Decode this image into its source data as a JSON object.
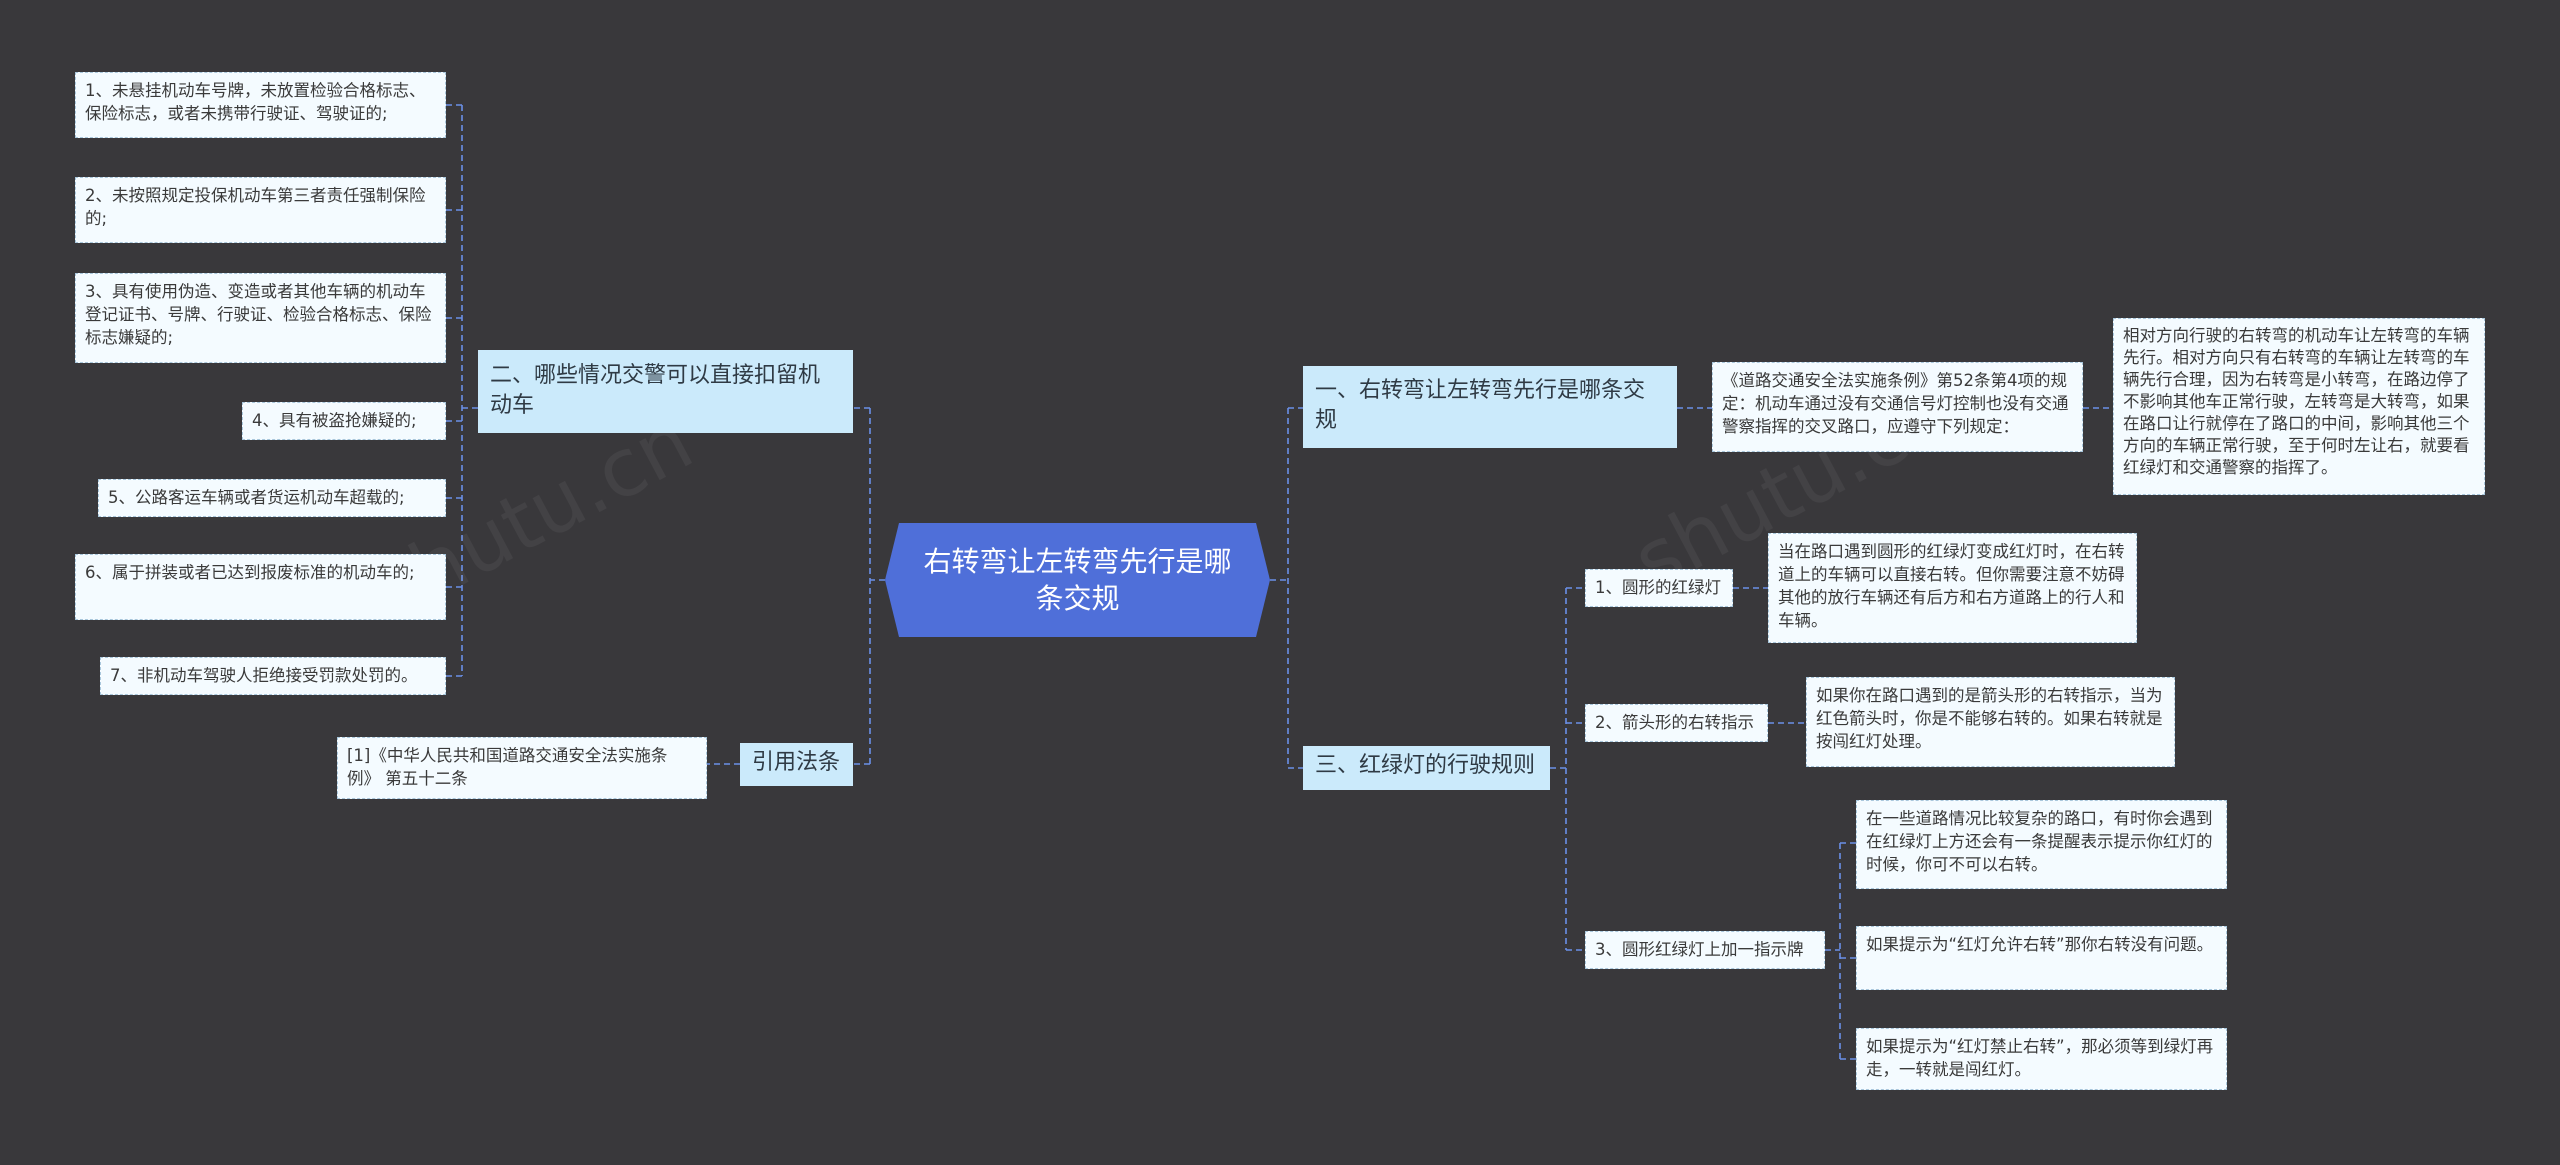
{
  "root": {
    "title": "右转弯让左转弯先行是哪条交规"
  },
  "watermarks": [
    "shutu.cn",
    "shutu.cn"
  ],
  "left_branches": {
    "detain": {
      "label": "二、哪些情况交警可以直接扣留机动车",
      "items": [
        "1、未悬挂机动车号牌，未放置检验合格标志、保险标志，或者未携带行驶证、驾驶证的;",
        "2、未按照规定投保机动车第三者责任强制保险的;",
        "3、具有使用伪造、变造或者其他车辆的机动车登记证书、号牌、行驶证、检验合格标志、保险标志嫌疑的;",
        "4、具有被盗抢嫌疑的;",
        "5、公路客运车辆或者货运机动车超载的;",
        "6、属于拼装或者已达到报废标准的机动车的;",
        "7、非机动车驾驶人拒绝接受罚款处罚的。"
      ]
    },
    "citation": {
      "label": "引用法条",
      "items": [
        "[1]《中华人民共和国道路交通安全法实施条例》 第五十二条"
      ]
    }
  },
  "right_branches": {
    "rule": {
      "label": "一、右转弯让左转弯先行是哪条交规",
      "detail": "《道路交通安全法实施条例》第52条第4项的规定：机动车通过没有交通信号灯控制也没有交通警察指挥的交叉路口，应遵守下列规定：",
      "explanation": "相对方向行驶的右转弯的机动车让左转弯的车辆先行。相对方向只有右转弯的车辆让左转弯的车辆先行合理，因为右转弯是小转弯，在路边停了不影响其他车正常行驶，左转弯是大转弯，如果在路口让行就停在了路口的中间，影响其他三个方向的车辆正常行驶，至于何时左让右，就要看红绿灯和交通警察的指挥了。"
    },
    "lights": {
      "label": "三、红绿灯的行驶规则",
      "subs": [
        {
          "label": "1、圆形的红绿灯",
          "items": [
            "当在路口遇到圆形的红绿灯变成红灯时，在右转道上的车辆可以直接右转。但你需要注意不妨碍其他的放行车辆还有后方和右方道路上的行人和车辆。"
          ]
        },
        {
          "label": "2、箭头形的右转指示",
          "items": [
            "如果你在路口遇到的是箭头形的右转指示，当为红色箭头时，你是不能够右转的。如果右转就是按闯红灯处理。"
          ]
        },
        {
          "label": "3、圆形红绿灯上加一指示牌",
          "items": [
            "在一些道路情况比较复杂的路口，有时你会遇到在红绿灯上方还会有一条提醒表示提示你红灯的时候，你可不可以右转。",
            "如果提示为“红灯允许右转”那你右转没有问题。",
            "如果提示为“红灯禁止右转”，那必须等到绿灯再走，一转就是闯红灯。"
          ]
        }
      ]
    }
  },
  "colors": {
    "background": "#39383b",
    "root": "#4f6fd9",
    "branch": "#cbeafb",
    "leaf": "#f4fbff",
    "line": "#6b8fe8"
  }
}
